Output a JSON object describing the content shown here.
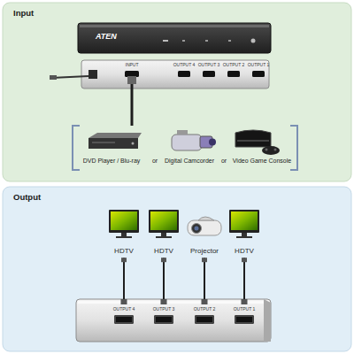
{
  "diagram": {
    "nodes": [
      {
        "text": [
          "Input"
        ]
      },
      {
        "text": [
          "Output"
        ]
      },
      {
        "text": [
          "HDTV"
        ],
        "in": 1
      },
      {
        "text": [
          "HDTV"
        ],
        "in": 1
      },
      {
        "text": [
          "Projector"
        ],
        "in": 1
      },
      {
        "text": [
          "HDTV"
        ],
        "in": 1
      },
      {
        "text": [
          "OUTPUT 4"
        ],
        "in": 1
      },
      {
        "text": [
          "OUTPUT 3"
        ],
        "in": 1
      },
      {
        "text": [
          "OUTPUT 2"
        ],
        "in": 1
      },
      {
        "text": [
          "OUTPUT 1"
        ],
        "in": 1
      }
    ],
    "edges": [
      {
        "from": 2,
        "to": 6,
        "arrow": "none"
      },
      {
        "from": 3,
        "to": 7,
        "arrow": "none"
      },
      {
        "from": 4,
        "to": 8,
        "arrow": "none"
      },
      {
        "from": 5,
        "to": 9,
        "arrow": "none"
      }
    ],
    "labels": [
      "ATEN",
      "INPUT",
      "OUTPUT 4",
      "OUTPUT 3",
      "OUTPUT 2",
      "OUTPUT 1",
      "DVD Player / Blu-ray",
      "or",
      "Digital Camcorder",
      "or",
      "Video Game Console"
    ]
  }
}
